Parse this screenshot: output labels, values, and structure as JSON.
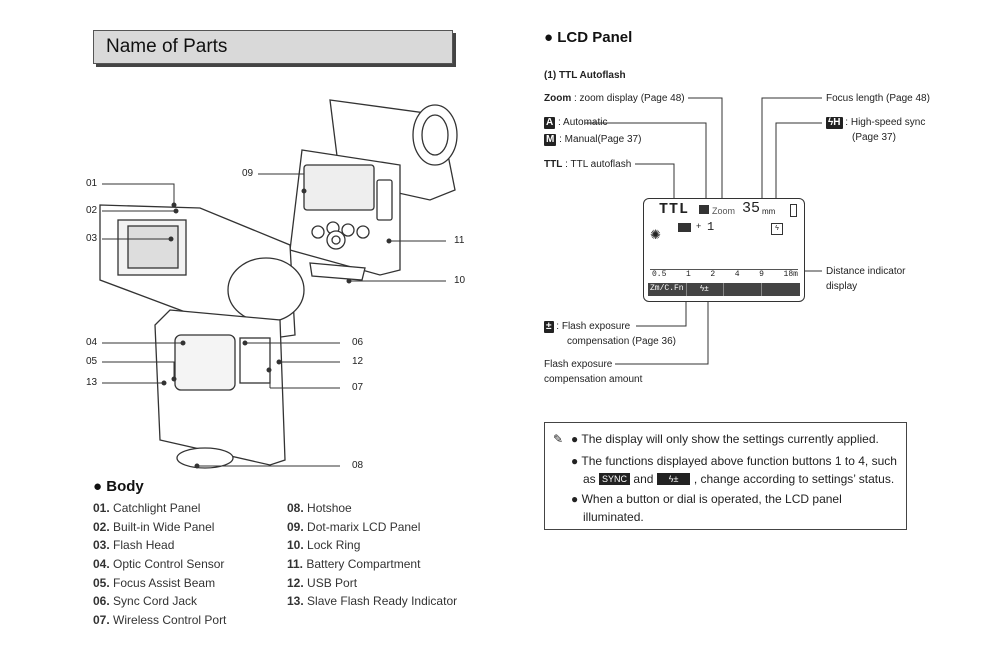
{
  "header": {
    "title": "Name of Parts"
  },
  "diagram_labels": [
    "01",
    "02",
    "03",
    "04",
    "05",
    "13",
    "09",
    "11",
    "10",
    "06",
    "12",
    "07",
    "08"
  ],
  "body": {
    "title": "Body",
    "parts_left": [
      {
        "num": "01.",
        "name": "Catchlight Panel"
      },
      {
        "num": "02.",
        "name": "Built-in Wide Panel"
      },
      {
        "num": "03.",
        "name": "Flash Head"
      },
      {
        "num": "04.",
        "name": "Optic Control Sensor"
      },
      {
        "num": "05.",
        "name": "Focus Assist Beam"
      },
      {
        "num": "06.",
        "name": "Sync Cord Jack"
      },
      {
        "num": "07.",
        "name": "Wireless Control Port"
      }
    ],
    "parts_right": [
      {
        "num": "08.",
        "name": "Hotshoe"
      },
      {
        "num": "09.",
        "name": "Dot-marix LCD Panel"
      },
      {
        "num": "10.",
        "name": "Lock Ring"
      },
      {
        "num": "11.",
        "name": "Battery Compartment"
      },
      {
        "num": "12.",
        "name": "USB Port"
      },
      {
        "num": "13.",
        "name": "Slave Flash Ready Indicator"
      }
    ]
  },
  "lcd": {
    "title": "LCD Panel",
    "subtitle": "(1) TTL Autoflash",
    "zoom_key": "Zoom",
    "zoom_desc": ": zoom display (Page 48)",
    "auto_icon": "A",
    "auto_desc": ": Automatic",
    "manual_icon": "M",
    "manual_desc": ": Manual(Page 37)",
    "ttl_key": "TTL",
    "ttl_desc": ": TTL autoflash",
    "focus_length": "Focus length (Page 48)",
    "hss_icon": "ϟH",
    "hss_desc1": ": High-speed sync",
    "hss_desc2": "(Page 37)",
    "distance1": "Distance indicator",
    "distance2": "display",
    "fec_icon": "±",
    "fec_desc1": ": Flash exposure",
    "fec_desc2": "compensation (Page 36)",
    "fec_amount1": "Flash exposure",
    "fec_amount2": "compensation amount",
    "screen": {
      "ttl": "TTL",
      "zoom": "Zoom",
      "focal": "35",
      "mm": "mm",
      "comp_sign": "+",
      "comp_val": "1",
      "scale": [
        "0.5",
        "1",
        "2",
        "4",
        "9",
        "18m"
      ],
      "fn": "Zm/C.Fn"
    }
  },
  "note": {
    "line1": "The display will only show the settings currently applied.",
    "line2a": "The functions displayed above function buttons 1 to 4, such",
    "line2b_pre": "as",
    "chip1": "SYNC",
    "line2b_mid": "and",
    "chip2": "ϟ±",
    "line2b_post": ", change according to settings’ status.",
    "line3a": "When a button or dial is operated, the LCD panel",
    "line3b": "illuminated."
  },
  "colors": {
    "header_bg": "#d9d9d9",
    "ink": "#222222",
    "lcd_bar": "#444444"
  }
}
